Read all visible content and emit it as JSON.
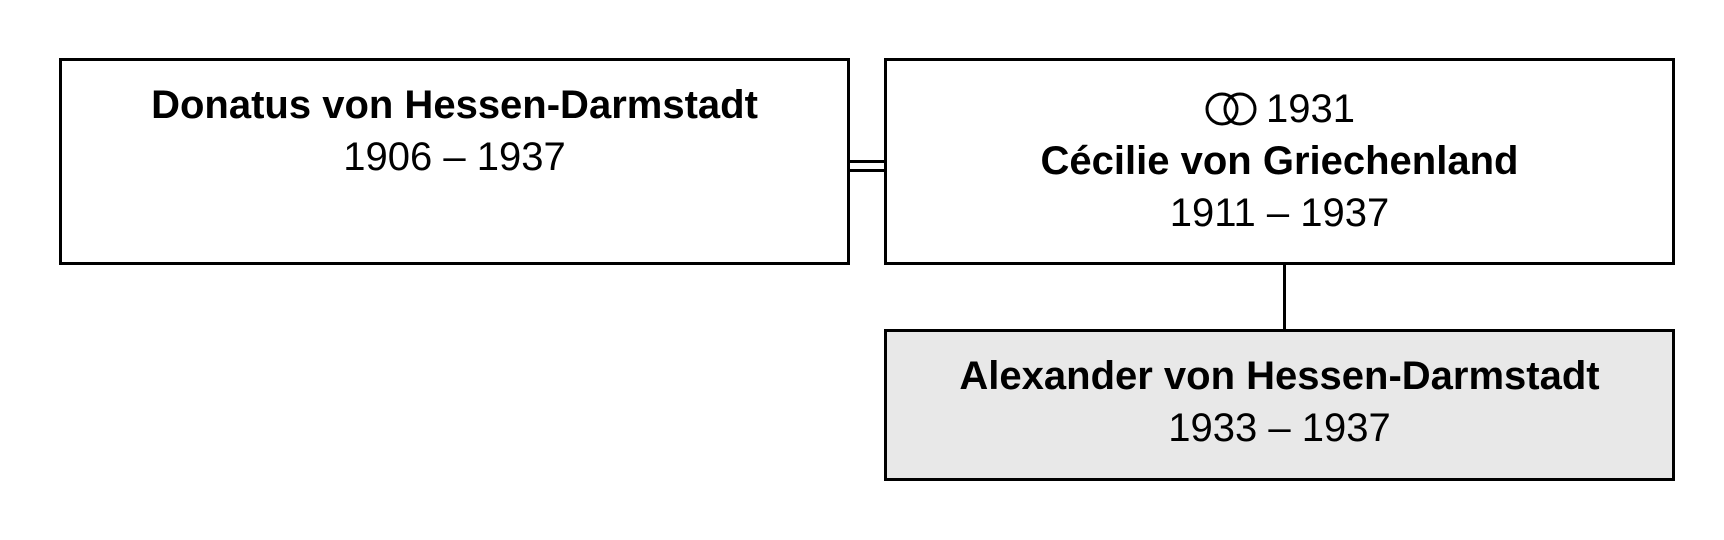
{
  "persons": {
    "donatus": {
      "name": "Donatus von Hessen-Darmstadt",
      "dates": "1906 – 1937"
    },
    "cecilie": {
      "marriage_year": "1931",
      "marriage_icon": "rings-icon",
      "name": "Cécilie von Griechenland",
      "dates": "1911 – 1937"
    },
    "alexander": {
      "name": "Alexander von Hessen-Darmstadt",
      "dates": "1933 – 1937"
    }
  },
  "colors": {
    "border": "#000000",
    "highlight_fill": "#e8e8e8",
    "background": "#ffffff"
  }
}
